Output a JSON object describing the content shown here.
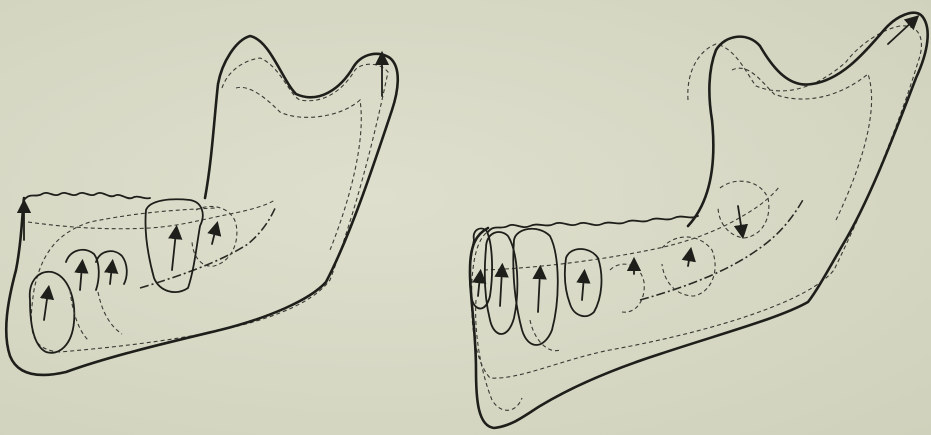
{
  "figure": {
    "panels": [
      {
        "id": "left-mandible",
        "arrow_count": 7
      },
      {
        "id": "right-mandible",
        "arrow_count": 8
      }
    ],
    "colors": {
      "paper": "#d8d9c6",
      "ink": "#1e1e1a",
      "dashed_ink": "#3a3a34"
    }
  }
}
